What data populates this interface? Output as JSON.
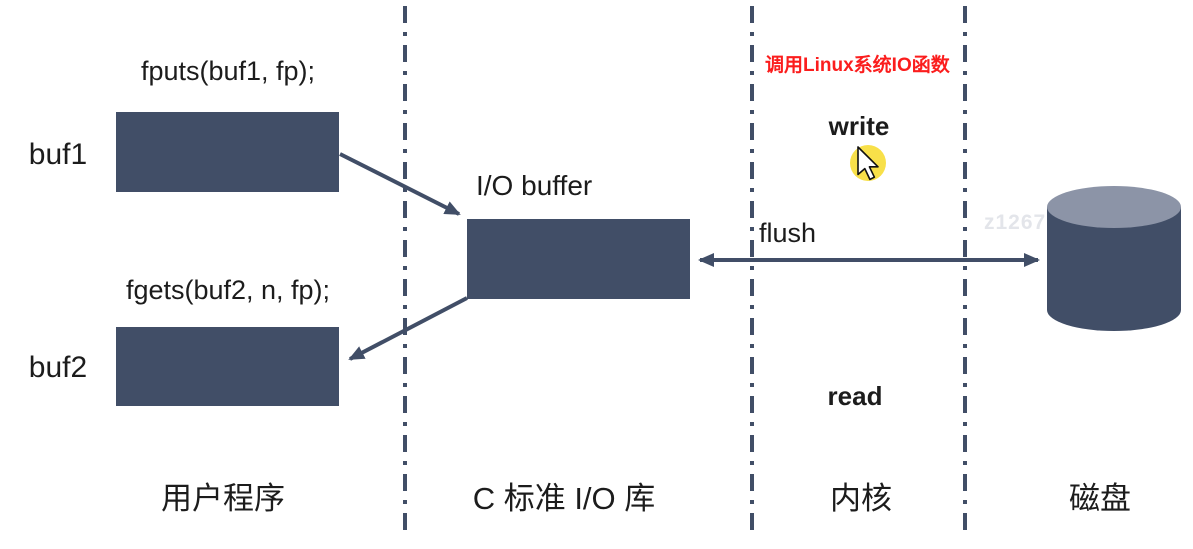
{
  "colors": {
    "ink": "#414E67",
    "cylinder_top": "#8C94A7",
    "note_red": "#FB1D1D",
    "highlight_yellow": "#F8E049",
    "text": "#1C1C1C",
    "background": "#FFFFFF"
  },
  "diagram": {
    "user_program": {
      "fputs_call": "fputs(buf1, fp);",
      "buf1_label": "buf1",
      "fgets_call": "fgets(buf2, n, fp);",
      "buf2_label": "buf2"
    },
    "stdio_lib": {
      "io_buffer_label": "I/O buffer"
    },
    "kernel": {
      "annotation": "调用Linux系统IO函数",
      "write_label": "write",
      "flush_label": "flush",
      "read_label": "read"
    },
    "lanes": [
      {
        "label": "用户程序"
      },
      {
        "label": "C 标准 I/O 库"
      },
      {
        "label": "内核"
      },
      {
        "label": "磁盘"
      }
    ],
    "watermark": "z1267"
  }
}
